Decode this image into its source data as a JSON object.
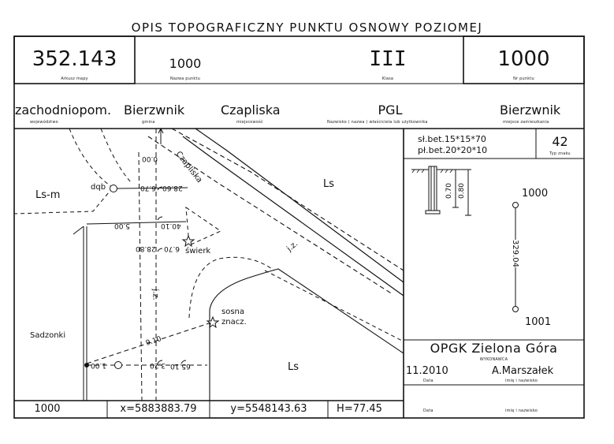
{
  "header": {
    "title": "OPIS TOPOGRAFICZNY PUNKTU OSNOWY POZIOMEJ",
    "sheet_value": "352.143",
    "sheet_label": "Arkusz mapy",
    "name_value": "1000",
    "name_label": "Nazwa punktu",
    "class_value": "III",
    "class_label": "Klasa",
    "number_value": "1000",
    "number_label": "Nr punktu"
  },
  "admin": {
    "voivodeship_value": "zachodniopom.",
    "voivodeship_label": "województwo",
    "commune_value": "Bierzwnik",
    "commune_label": "gmina",
    "locality_value": "Czapliska",
    "locality_label": "miejscowość",
    "owner_value": "PGL",
    "owner_label": "Nazwisko ( nazwa ) właściciela lub użytkownika",
    "residence_value": "Bierzwnik",
    "residence_label": "miejsce zamieszkania"
  },
  "marker": {
    "spec_line1": "sł.bet.15*15*70",
    "spec_line2": "pł.bet.20*20*10",
    "type_value": "42",
    "type_label": "Typ znaku",
    "depth_top": "0.70",
    "depth_bottom": "0.80"
  },
  "station": {
    "top_point": "1000",
    "bottom_point": "1001",
    "distance": "329.04"
  },
  "contractor": {
    "company": "OPGK Zielona Góra",
    "company_label": "WYKONAWCA",
    "date_value": "11.2010",
    "date_label": "Data",
    "person_value": "A.Marszałek",
    "person_label": "imię i nazwisko",
    "date_label2": "Data",
    "person_label2": "imię i nazwisko"
  },
  "footer": {
    "point": "1000",
    "x": "x=5883883.79",
    "y": "y=5548143.63",
    "h": "H=77.45"
  },
  "sketch": {
    "label_ls_m": "Ls-m",
    "label_ls_top": "Ls",
    "label_ls_bottom": "Ls",
    "label_sadzonki": "Sadzonki",
    "label_dqb": "dqb",
    "label_swierk": "świerk",
    "label_sosna": "sosna",
    "label_znacz": "znacz.",
    "road_name": "Czapliska",
    "road_jz_1": "j.z.",
    "road_jz_2": "j.z.",
    "m_0_00": "0.00",
    "m_28_60": "28.60",
    "m_6_70a": "6.70",
    "m_40_10": "40.10",
    "m_5_00": "5.00",
    "m_6_70b": "6.70",
    "m_28_80": "28.80",
    "m_9_10": "9.10",
    "m_1_00": "1.00",
    "m_3_20": "3.20",
    "m_65_10": "65.10"
  }
}
